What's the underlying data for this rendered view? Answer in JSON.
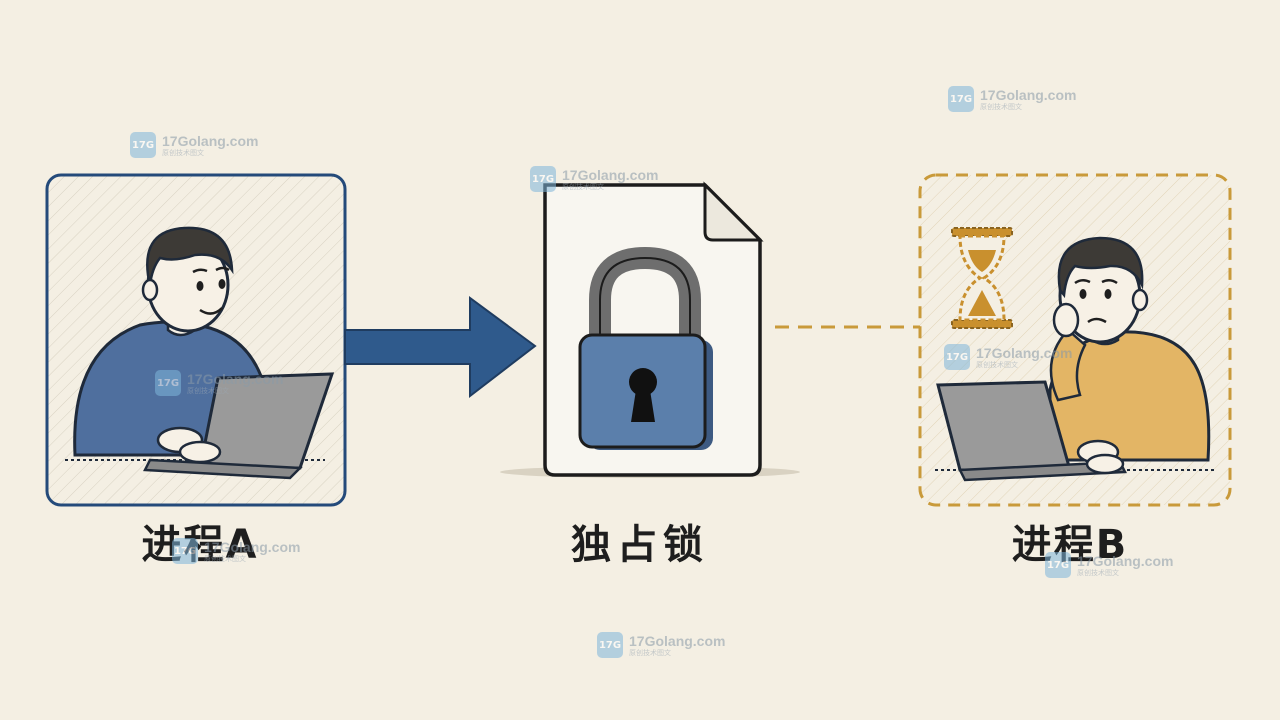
{
  "nodes": {
    "process_a": {
      "label": "进程A"
    },
    "lock": {
      "label": "独占锁"
    },
    "process_b": {
      "label": "进程B"
    }
  },
  "colors": {
    "background": "#f4efe3",
    "process_a_border": "#244a7a",
    "arrow": "#2f5a8c",
    "lock_body": "#5b7fab",
    "process_b_border": "#c99a3a",
    "hourglass": "#c9902e"
  },
  "icons": {
    "lock": "padlock-icon",
    "document": "document-icon",
    "waiting": "hourglass-icon"
  },
  "watermark": {
    "site": "17Golang.com",
    "logo_text": "17G",
    "tagline": "原创技术图文"
  }
}
